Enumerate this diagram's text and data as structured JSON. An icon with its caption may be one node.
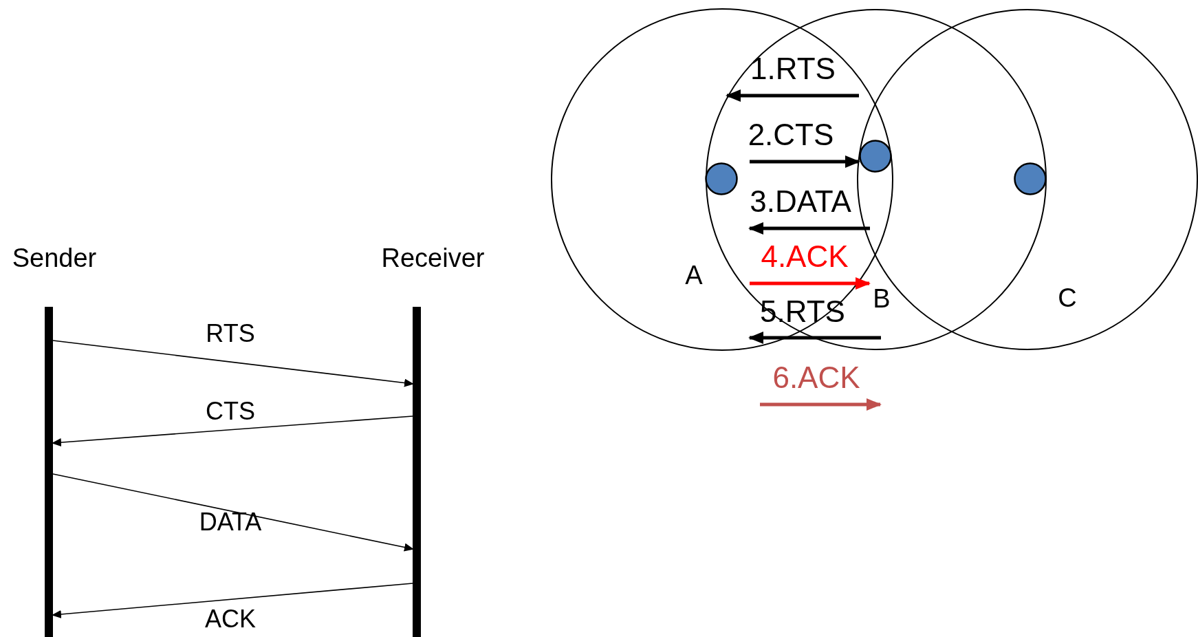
{
  "diagram": {
    "nodes": [
      {
        "text": [
          "Sender"
        ]
      },
      {
        "text": [
          "Receiver"
        ]
      },
      {
        "text": [],
        "shape": "circle"
      },
      {
        "text": [],
        "shape": "circle"
      },
      {
        "text": [],
        "shape": "circle"
      }
    ],
    "edges": [
      {
        "from": 0,
        "to": 1,
        "arrow": "to",
        "label": "RTS"
      },
      {
        "from": 1,
        "to": 0,
        "arrow": "to",
        "label": "CTS"
      },
      {
        "from": 0,
        "to": 1,
        "arrow": "to",
        "label": "DATA"
      },
      {
        "from": 1,
        "to": 0,
        "arrow": "to",
        "label": "ACK"
      },
      {
        "from": null,
        "to": 3,
        "arrow": "to",
        "label": "2.CTS",
        "style": "thick"
      }
    ],
    "labels": [
      "1.RTS",
      "3.DATA",
      "4.ACK",
      "A",
      "B",
      "C",
      "5.RTS",
      "6.ACK"
    ]
  }
}
